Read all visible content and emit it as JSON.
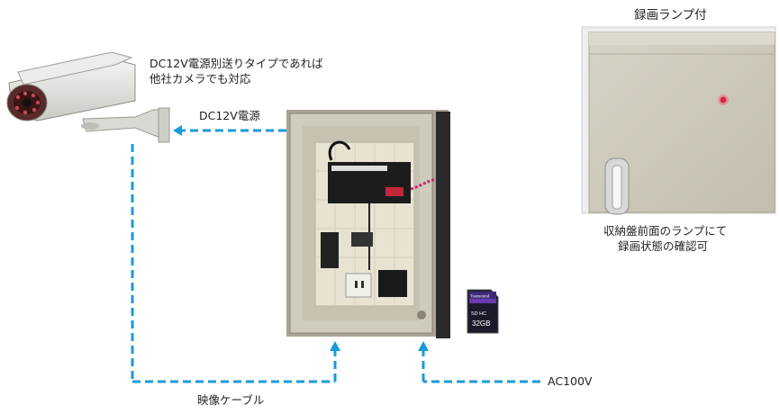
{
  "labels": {
    "camera_note_line1": "DC12V電源別送りタイプであれば",
    "camera_note_line2": "他社カメラでも対応",
    "dc12v": "DC12V電源",
    "video_cable": "映像ケーブル",
    "ac100v": "AC100V",
    "lamp_title": "録画ランプ付",
    "lamp_note_line1": "収納盤前面のランプにて",
    "lamp_note_line2": "録画状態の確認可"
  },
  "sd_card": {
    "brand": "Transcend",
    "capacity": "32GB",
    "type": "SD HC"
  },
  "colors": {
    "connector": "#1a9ad8",
    "cabinet": "#d8d4c4",
    "lamp": "#e0204a"
  }
}
